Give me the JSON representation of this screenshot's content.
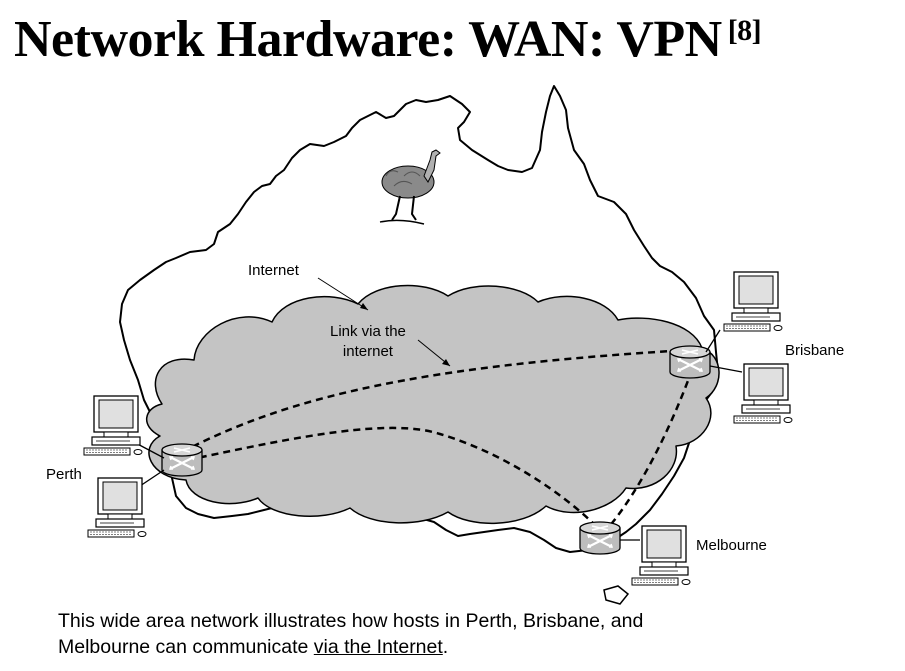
{
  "slide": {
    "title": "Network Hardware: WAN: VPN",
    "citation": "[8]"
  },
  "diagram": {
    "labels": {
      "internet": "Internet",
      "link": "Link via the\ninternet",
      "perth": "Perth",
      "brisbane": "Brisbane",
      "melbourne": "Melbourne"
    },
    "icons": [
      "australia-map",
      "emu",
      "internet-cloud",
      "router-icon",
      "computer-icon"
    ]
  },
  "caption": {
    "part1": "This wide area network illustrates how hosts in Perth, Brisbane, and",
    "part2": "Melbourne can communicate ",
    "link": "via the Internet",
    "end": "."
  }
}
